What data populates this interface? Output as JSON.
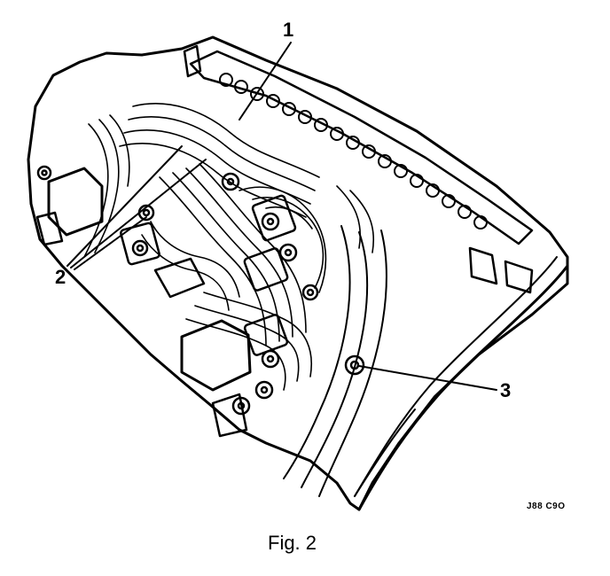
{
  "diagram": {
    "callouts": {
      "c1": "1",
      "c2": "2",
      "c3": "3"
    },
    "reference_code": "J88 C9O",
    "caption": "Fig. 2"
  },
  "colors": {
    "ink": "#000000",
    "paper": "#ffffff"
  }
}
